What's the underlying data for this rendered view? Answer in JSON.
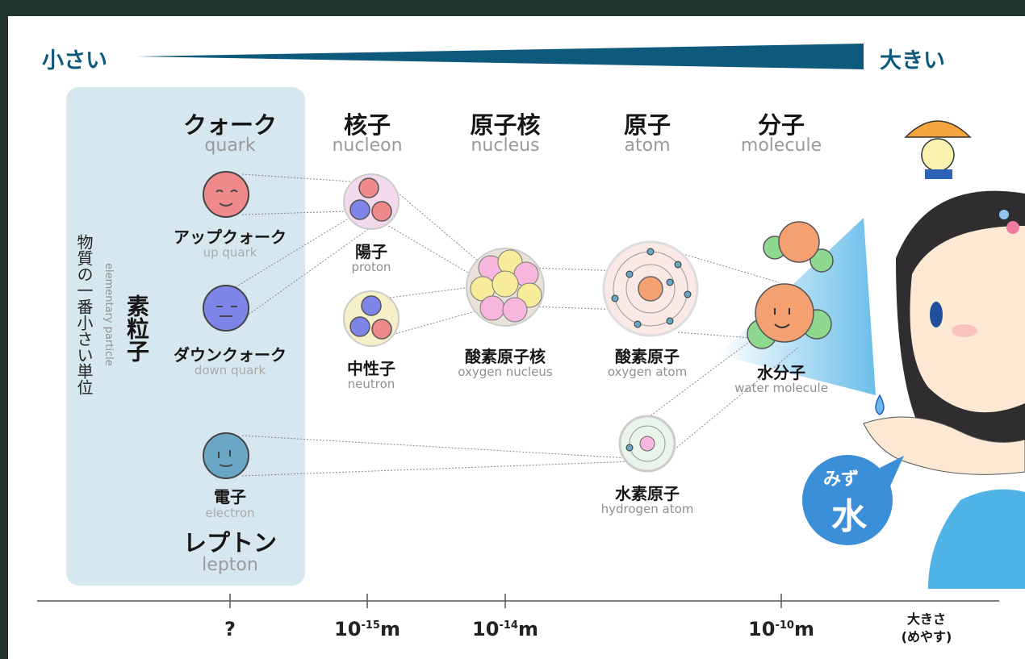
{
  "scale": {
    "small_label": "小さい",
    "large_label": "大きい"
  },
  "categories": {
    "quark": {
      "jp": "クォーク",
      "en": "quark"
    },
    "nucleon": {
      "jp": "核子",
      "en": "nucleon"
    },
    "nucleus": {
      "jp": "原子核",
      "en": "nucleus"
    },
    "atom": {
      "jp": "原子",
      "en": "atom"
    },
    "molecule": {
      "jp": "分子",
      "en": "molecule"
    },
    "lepton": {
      "jp": "レプトン",
      "en": "lepton"
    }
  },
  "elementary": {
    "title_jp": "素粒子",
    "title_en": "elementary particle",
    "description": "物質の一番小さい単位"
  },
  "particles": {
    "up_quark": {
      "jp": "アップクォーク",
      "en": "up quark"
    },
    "down_quark": {
      "jp": "ダウンクォーク",
      "en": "down quark"
    },
    "electron": {
      "jp": "電子",
      "en": "electron"
    },
    "proton": {
      "jp": "陽子",
      "en": "proton"
    },
    "neutron": {
      "jp": "中性子",
      "en": "neutron"
    },
    "oxygen_nucleus": {
      "jp": "酸素原子核",
      "en": "oxygen nucleus"
    },
    "oxygen_atom": {
      "jp": "酸素原子",
      "en": "oxygen atom"
    },
    "hydrogen_atom": {
      "jp": "水素原子",
      "en": "hydrogen atom"
    },
    "water_molecule": {
      "jp": "水分子",
      "en": "water molecule"
    }
  },
  "speech": {
    "reading": "みず",
    "kanji": "水"
  },
  "axis": {
    "ticks": [
      {
        "base": "?",
        "exp": "",
        "unit": ""
      },
      {
        "base": "10",
        "exp": "-15",
        "unit": "m"
      },
      {
        "base": "10",
        "exp": "-14",
        "unit": "m"
      },
      {
        "base": "10",
        "exp": "-10",
        "unit": "m"
      }
    ],
    "size_label_line1": "大きさ",
    "size_label_line2": "(めやす)"
  },
  "colors": {
    "scale_blue": "#0d5a7c",
    "panel_blue": "#d6e7ef",
    "up_quark": "#f08a8a",
    "down_quark": "#7d86e8",
    "electron": "#6aa7c7",
    "proton_bg": "#f3d9ec",
    "neutron_bg": "#f6f0c8",
    "oxygen": "#f4a070",
    "hydrogen": "#8fd88f",
    "water_bubble": "#3b8fd9"
  }
}
